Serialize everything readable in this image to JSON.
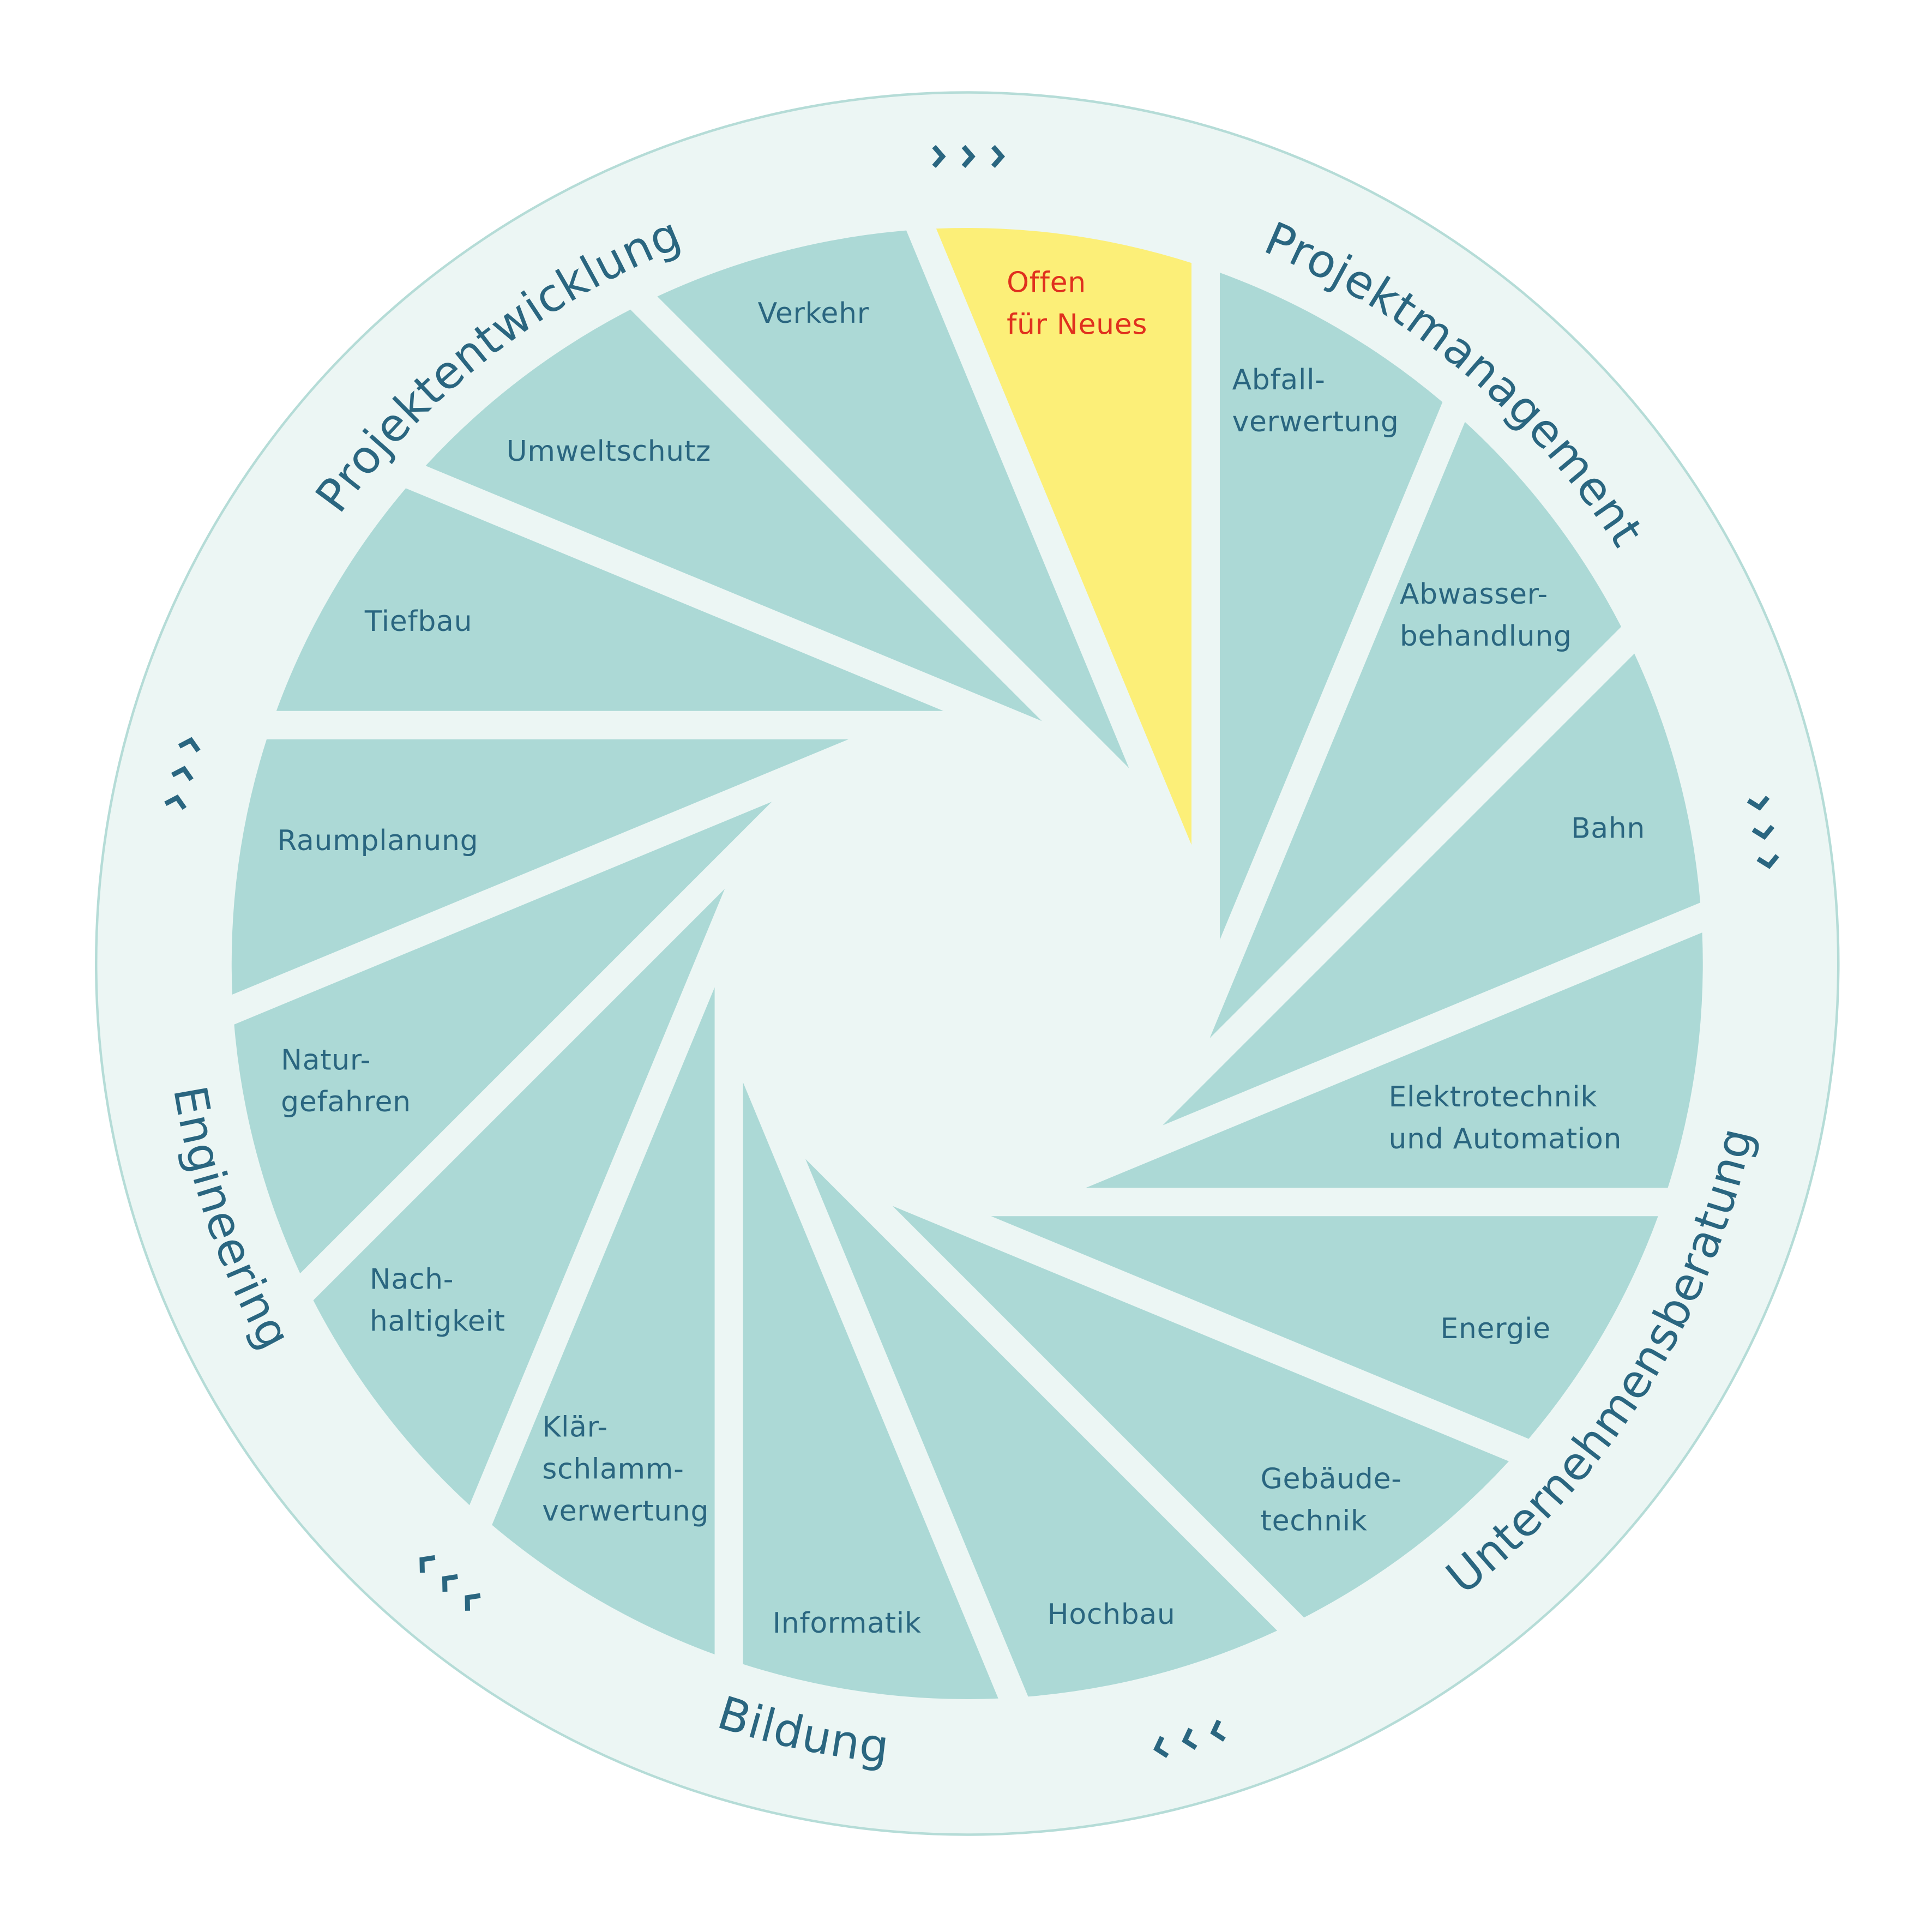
{
  "colors": {
    "background": "#ecf6f4",
    "ring_stroke": "#b5dcd7",
    "blade": "#acd9d6",
    "highlight_blade": "#fcef78",
    "text": "#2a6680",
    "highlight_text": "#e0301e"
  },
  "blades": [
    {
      "lines": [
        "Offen",
        "für Neues"
      ],
      "highlight": true
    },
    {
      "lines": [
        "Abfall-",
        "verwertung"
      ]
    },
    {
      "lines": [
        "Abwasser-",
        "behandlung"
      ]
    },
    {
      "lines": [
        "Bahn"
      ]
    },
    {
      "lines": [
        "Elektrotechnik",
        "und Automation"
      ]
    },
    {
      "lines": [
        "Energie"
      ]
    },
    {
      "lines": [
        "Gebäude-",
        "technik"
      ]
    },
    {
      "lines": [
        "Hochbau"
      ]
    },
    {
      "lines": [
        "Informatik"
      ]
    },
    {
      "lines": [
        "Klär-",
        "schlamm-",
        "verwertung"
      ]
    },
    {
      "lines": [
        "Nach-",
        "haltigkeit"
      ]
    },
    {
      "lines": [
        "Natur-",
        "gefahren"
      ]
    },
    {
      "lines": [
        "Raumplanung"
      ]
    },
    {
      "lines": [
        "Tiefbau"
      ]
    },
    {
      "lines": [
        "Umweltschutz"
      ]
    },
    {
      "lines": [
        "Verkehr"
      ]
    }
  ],
  "categories": [
    {
      "label": "Projektentwicklung"
    },
    {
      "label": "Projektmanagement"
    },
    {
      "label": "Unternehmensberatung"
    },
    {
      "label": "Bildung"
    },
    {
      "label": "Engineering"
    }
  ],
  "direction_markers": {
    "icon": "chevron-right-icon",
    "count": 3,
    "sets": 5
  }
}
